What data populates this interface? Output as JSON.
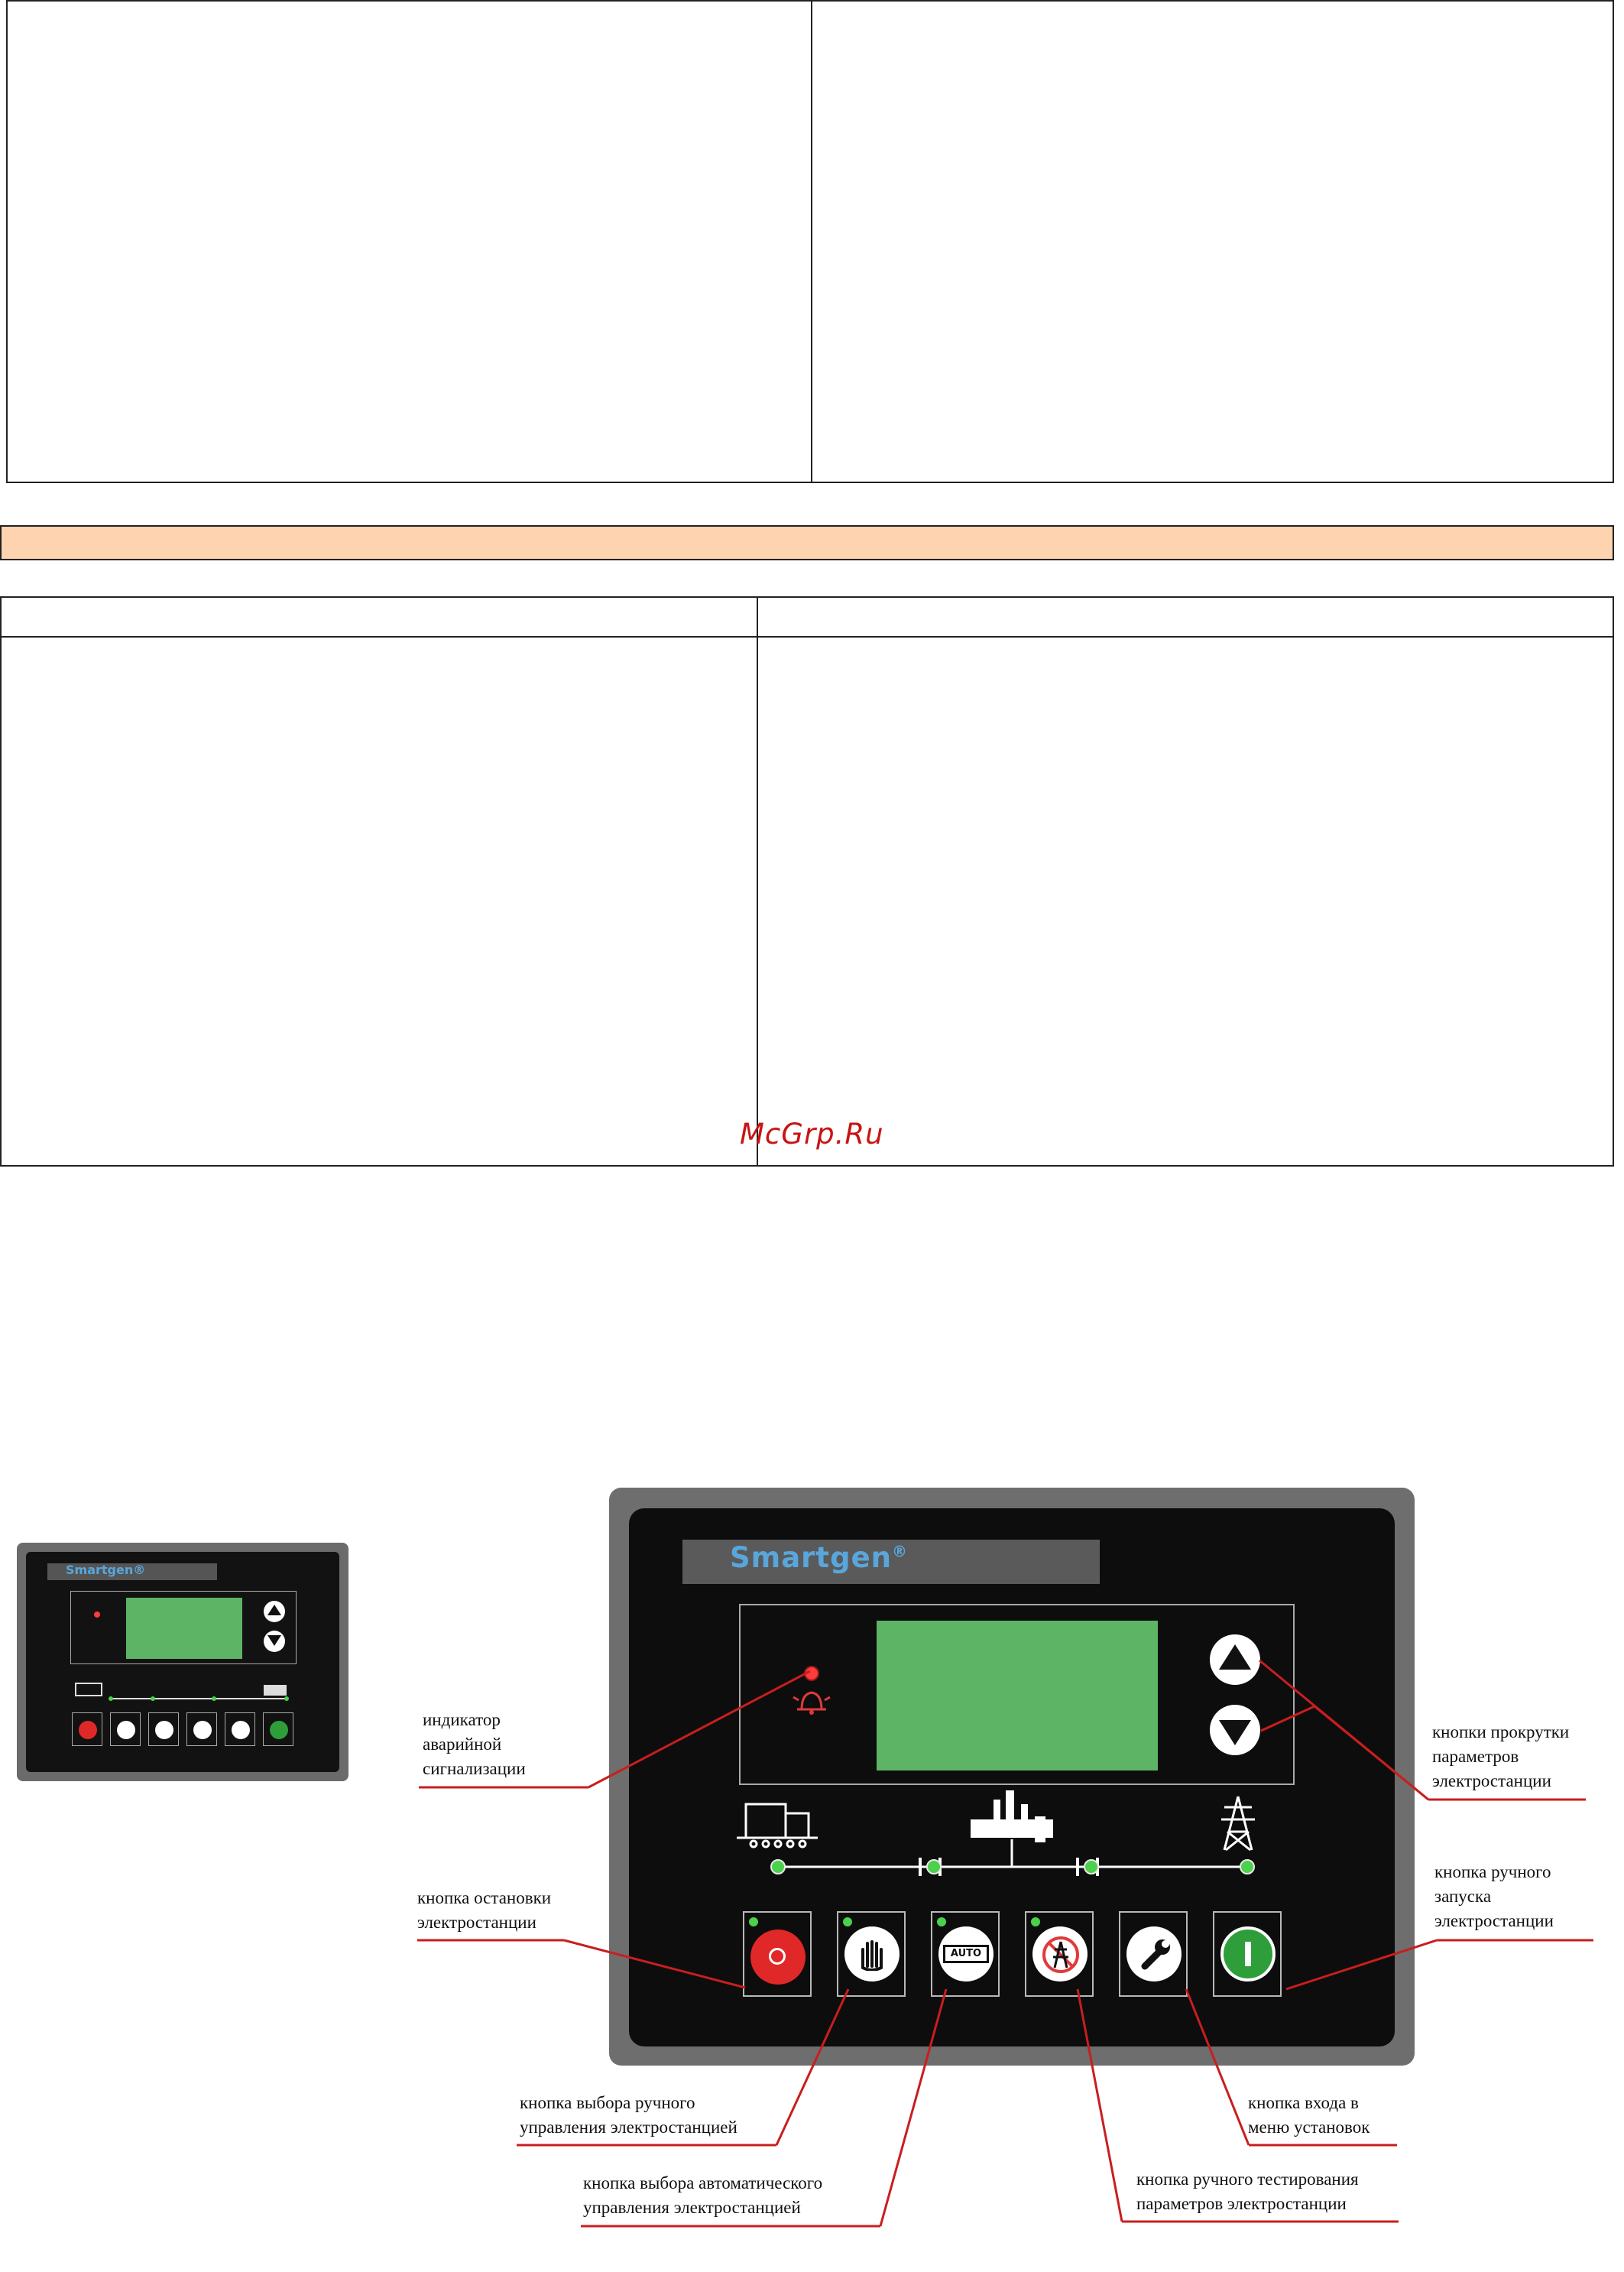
{
  "watermark": "McGrp.Ru",
  "panel": {
    "brand": "Smartgen",
    "brand_mark": "®",
    "auto_label": "AUTO",
    "colors": {
      "lcd": "#5db464",
      "led_green": "#4bd14b",
      "led_red": "#ff3b3b",
      "stop_red": "#e02828",
      "start_green": "#2e9e3a",
      "leader_red": "#c81e1e",
      "band_orange": "#fdd3b0"
    }
  },
  "small_panel": {
    "brand": "Smartgen®"
  },
  "callouts": {
    "alarm_indicator": "индикатор\nаварийной\nсигнализации",
    "scroll_buttons": "кнопки прокрутки\nпараметров\nэлектростанции",
    "stop_button": "кнопка остановки\nэлектростанции",
    "manual_start_button": "кнопка ручного\nзапуска\nэлектростанции",
    "manual_mode_button": "кнопка выбора ручного\nуправления электростанцией",
    "auto_mode_button": "кнопка выбора автоматического\nуправления электростанцией",
    "settings_button": "кнопка входа в\nменю установок",
    "test_button": "кнопка ручного тестирования\nпараметров электростанции"
  }
}
